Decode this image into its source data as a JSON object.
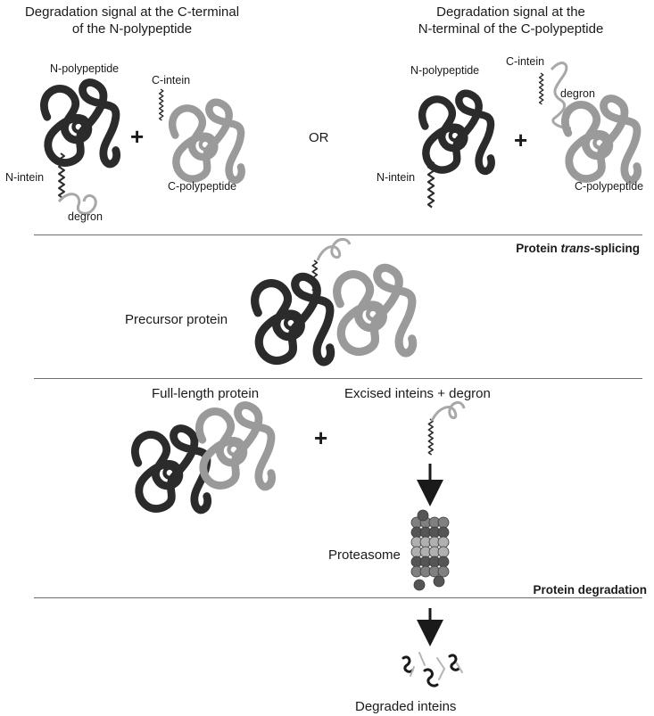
{
  "top_left": {
    "title_line1": "Degradation signal at the C-terminal",
    "title_line2": "of the N-polypeptide",
    "n_polypeptide": "N-polypeptide",
    "n_intein": "N-intein",
    "degron": "degron",
    "c_intein": "C-intein",
    "c_polypeptide": "C-polypeptide",
    "plus": "+"
  },
  "or_label": "OR",
  "top_right": {
    "title_line1": "Degradation signal at the",
    "title_line2": "N-terminal of the C-polypeptide",
    "n_polypeptide": "N-polypeptide",
    "n_intein": "N-intein",
    "c_intein": "C-intein",
    "degron": "degron",
    "c_polypeptide": "C-polypeptide",
    "plus": "+"
  },
  "splicing": {
    "section_prefix": "Protein ",
    "section_italic": "trans",
    "section_suffix": "-splicing",
    "precursor_label": "Precursor protein"
  },
  "products": {
    "full_length_label": "Full-length protein",
    "excised_label": "Excised inteins + degron",
    "plus": "+",
    "proteasome_label": "Proteasome"
  },
  "degradation": {
    "section_label": "Protein degradation",
    "degraded_label": "Degraded inteins"
  },
  "colors": {
    "dark_protein": "#2b2b2b",
    "light_protein": "#9a9a9a",
    "degron": "#a8a8a8",
    "rule": "#6e6e6e",
    "proteasome_dark": "#555555",
    "proteasome_mid": "#808080",
    "proteasome_light": "#b0b0b0"
  }
}
